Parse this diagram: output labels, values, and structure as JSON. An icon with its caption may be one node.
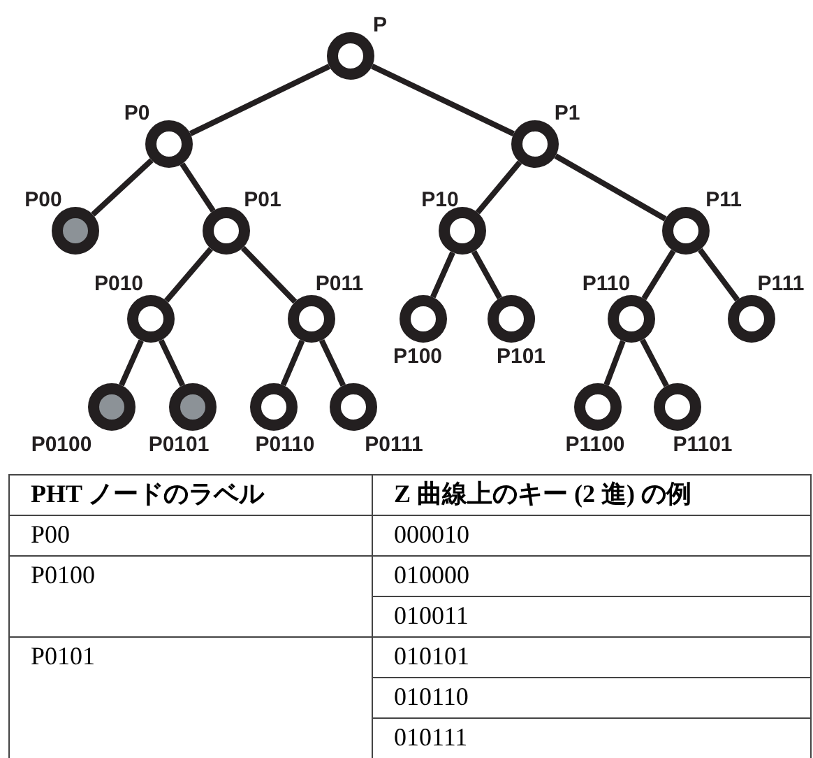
{
  "diagram": {
    "nodes": [
      {
        "text": [],
        "shape": "circle",
        "beside": [
          "P"
        ]
      },
      {
        "text": [],
        "shape": "circle",
        "beside": [
          "P0"
        ]
      },
      {
        "text": [],
        "shape": "circle",
        "beside": [
          "P1"
        ]
      },
      {
        "text": [],
        "shape": "circle",
        "beside": [
          "P00"
        ]
      },
      {
        "text": [],
        "shape": "circle",
        "beside": [
          "P01"
        ]
      },
      {
        "text": [],
        "shape": "circle",
        "beside": [
          "P10"
        ]
      },
      {
        "text": [],
        "shape": "circle",
        "beside": [
          "P11"
        ]
      },
      {
        "text": [],
        "shape": "circle",
        "beside": [
          "P010"
        ]
      },
      {
        "text": [],
        "shape": "circle",
        "beside": [
          "P011"
        ]
      },
      {
        "text": [],
        "shape": "circle",
        "beside": [
          "P100"
        ]
      },
      {
        "text": [],
        "shape": "circle",
        "beside": [
          "P101"
        ]
      },
      {
        "text": [],
        "shape": "circle",
        "beside": [
          "P110"
        ]
      },
      {
        "text": [],
        "shape": "circle",
        "beside": [
          "P111"
        ]
      },
      {
        "text": [],
        "shape": "circle",
        "beside": [
          "P0100"
        ]
      },
      {
        "text": [],
        "shape": "circle",
        "beside": [
          "P0101"
        ]
      },
      {
        "text": [],
        "shape": "circle",
        "beside": [
          "P0110"
        ]
      },
      {
        "text": [],
        "shape": "circle",
        "beside": [
          "P0111"
        ]
      },
      {
        "text": [],
        "shape": "circle",
        "beside": [
          "P1100"
        ]
      },
      {
        "text": [],
        "shape": "circle",
        "beside": [
          "P1101"
        ]
      }
    ],
    "edges": [
      {
        "from": 0,
        "to": 1,
        "arrow": "none"
      },
      {
        "from": 0,
        "to": 2,
        "arrow": "none"
      },
      {
        "from": 1,
        "to": 3,
        "arrow": "none"
      },
      {
        "from": 1,
        "to": 4,
        "arrow": "none"
      },
      {
        "from": 2,
        "to": 5,
        "arrow": "none"
      },
      {
        "from": 2,
        "to": 6,
        "arrow": "none"
      },
      {
        "from": 4,
        "to": 7,
        "arrow": "none"
      },
      {
        "from": 4,
        "to": 8,
        "arrow": "none"
      },
      {
        "from": 5,
        "to": 9,
        "arrow": "none"
      },
      {
        "from": 5,
        "to": 10,
        "arrow": "none"
      },
      {
        "from": 6,
        "to": 11,
        "arrow": "none"
      },
      {
        "from": 6,
        "to": 12,
        "arrow": "none"
      },
      {
        "from": 7,
        "to": 13,
        "arrow": "none"
      },
      {
        "from": 7,
        "to": 14,
        "arrow": "none"
      },
      {
        "from": 8,
        "to": 15,
        "arrow": "none"
      },
      {
        "from": 8,
        "to": 16,
        "arrow": "none"
      },
      {
        "from": 11,
        "to": 17,
        "arrow": "none"
      },
      {
        "from": 11,
        "to": 18,
        "arrow": "none"
      }
    ],
    "labels": [
      "PHT ノードのラベル",
      "Z 曲線上のキー (2 進) の例",
      "P00",
      "000010",
      "P0100",
      "010000",
      "010011",
      "P0101",
      "010101",
      "010110",
      "010111"
    ]
  }
}
